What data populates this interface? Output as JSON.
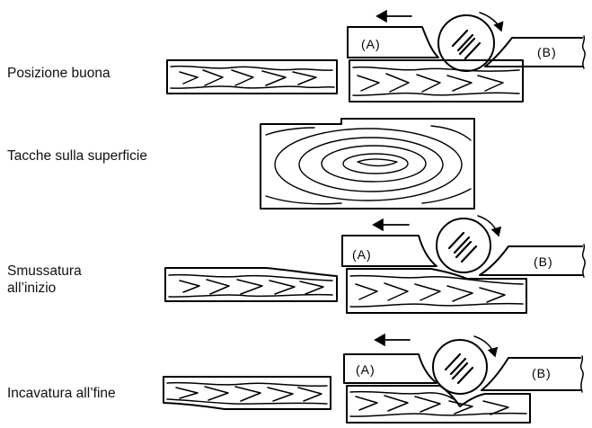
{
  "labels": {
    "good_position": "Posizione buona",
    "surface_notches": "Tacche sulla superficie",
    "snipe_start_line1": "Smussatura",
    "snipe_start_line2": "all’inizio",
    "snipe_end": "Incavatura all’fine"
  },
  "table_labels": {
    "infeed": "(A)",
    "outfeed": "(B)"
  }
}
